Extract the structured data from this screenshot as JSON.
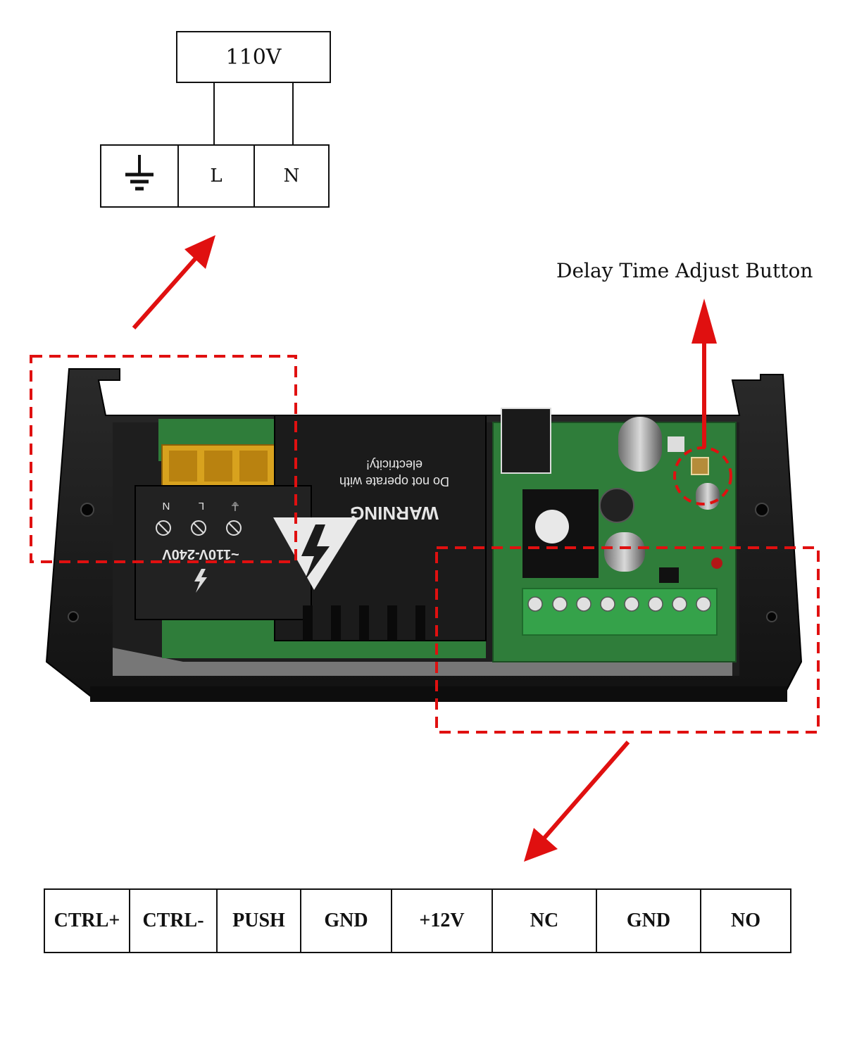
{
  "supply_box": {
    "label": "110V"
  },
  "input_terminals": [
    {
      "symbol": "ground-symbol"
    },
    {
      "label": "L"
    },
    {
      "label": "N"
    }
  ],
  "delay_label": "Delay Time Adjust Button",
  "device_front": {
    "warning_title": "WARNING",
    "warning_text_line1": "Do not operate with",
    "warning_text_line2": "electricity!",
    "voltage_range": "~110V-240V",
    "terminal_marks": [
      "N",
      "L",
      "⏚"
    ]
  },
  "output_terminals": [
    "CTRL+",
    "CTRL-",
    "PUSH",
    "GND",
    "+12V",
    "NC",
    "GND",
    "NO"
  ],
  "colors": {
    "callout": "#e01010",
    "line": "#111111",
    "case": "#1c1c1c",
    "pcb": "#2f7d3a"
  }
}
